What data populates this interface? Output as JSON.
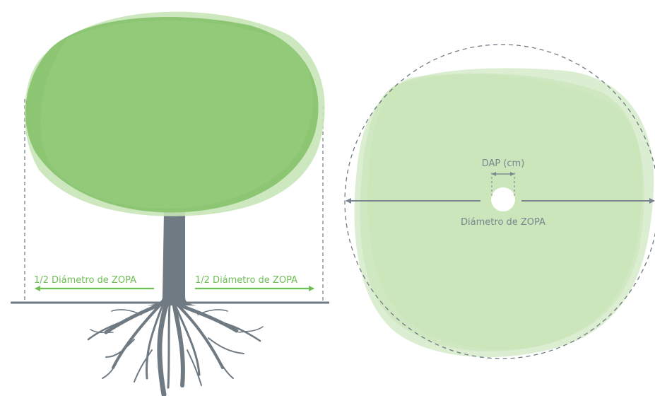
{
  "left_diagram": {
    "half_label_left": "1/2 Diámetro de ZOPA",
    "half_label_right": "1/2 Diámetro de ZOPA"
  },
  "right_diagram": {
    "dap_label": "DAP (cm)",
    "diameter_label": "Diámetro de ZOPA"
  },
  "colors": {
    "canopy_dark": "#8cc673",
    "canopy_light": "#d5eac6",
    "trunk": "#6f7a83",
    "ground": "#6f7a83",
    "label_green": "#6ebd55",
    "label_grey": "#7a8590",
    "dashed": "#6f7a83",
    "arrow_grey": "#7a8590"
  }
}
